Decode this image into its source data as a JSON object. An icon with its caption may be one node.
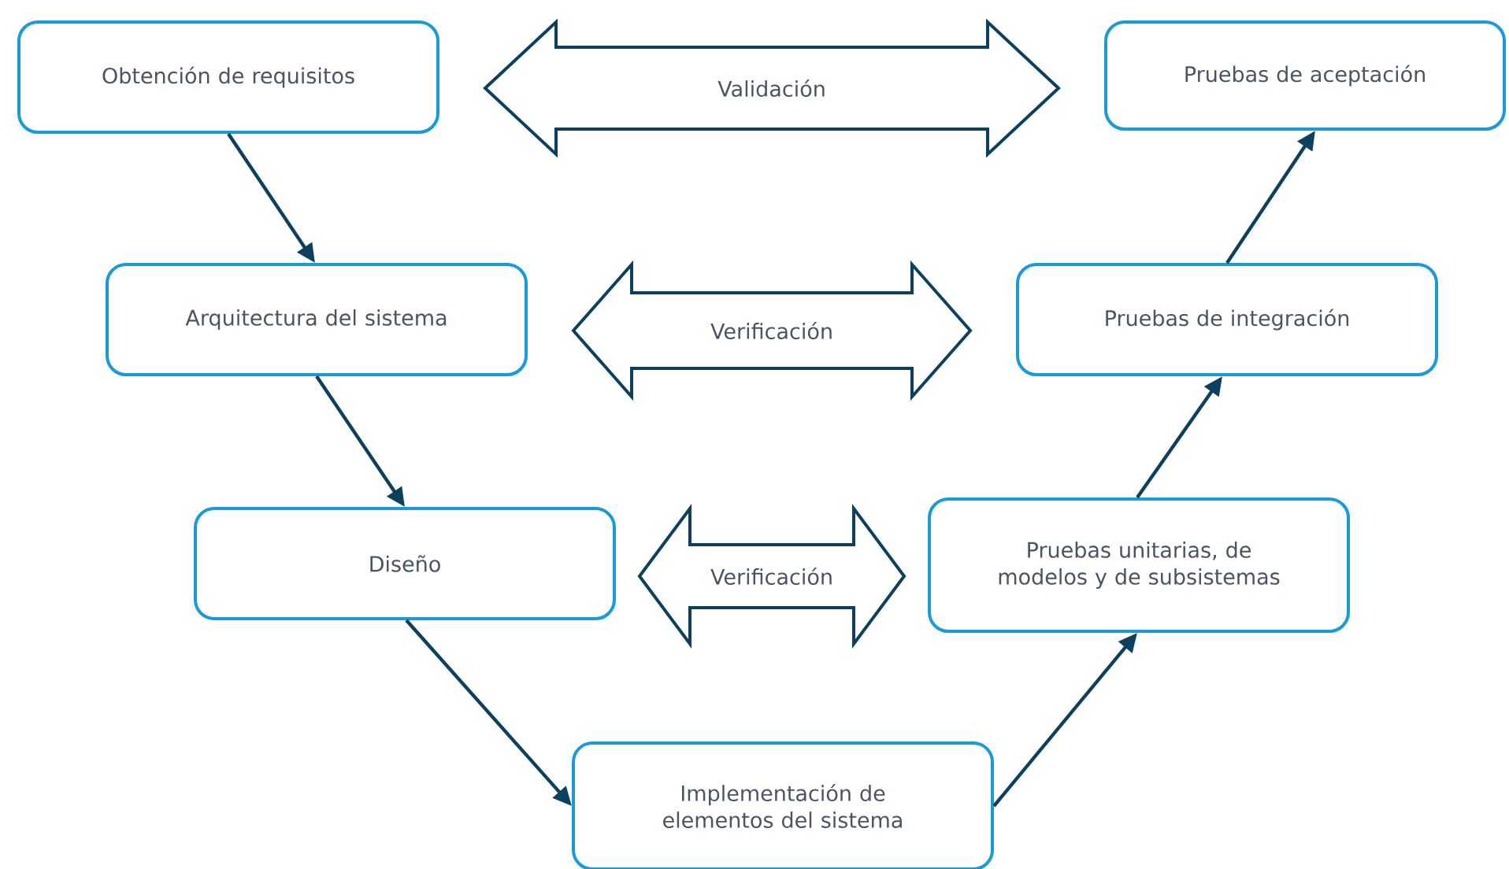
{
  "diagram": {
    "nodes": [
      {
        "text": [
          "Obtención de requisitos"
        ]
      },
      {
        "text": [
          "Pruebas de aceptación"
        ]
      },
      {
        "text": [
          "Arquitectura del sistema"
        ]
      },
      {
        "text": [
          "Pruebas de integración"
        ]
      },
      {
        "text": [
          "Diseño"
        ]
      },
      {
        "text": [
          "Pruebas unitarias, de modelos y de subsistemas"
        ]
      },
      {
        "text": [
          "Implementación de elementos del sistema"
        ]
      }
    ],
    "edges": [
      {
        "from": 0,
        "to": 2,
        "arrow": "to"
      },
      {
        "from": 2,
        "to": 4,
        "arrow": "to"
      },
      {
        "from": 4,
        "to": 6,
        "arrow": "to"
      },
      {
        "from": 6,
        "to": 5,
        "arrow": "to"
      },
      {
        "from": 5,
        "to": 3,
        "arrow": "to"
      },
      {
        "from": 3,
        "to": 1,
        "arrow": "to"
      },
      {
        "from": 0,
        "to": 1,
        "arrow": "both",
        "label": "Validación",
        "style": "thick"
      },
      {
        "from": 2,
        "to": 3,
        "arrow": "both",
        "label": "Verificación",
        "style": "thick"
      },
      {
        "from": 4,
        "to": 5,
        "arrow": "both",
        "label": "Verificación",
        "style": "thick"
      }
    ]
  }
}
